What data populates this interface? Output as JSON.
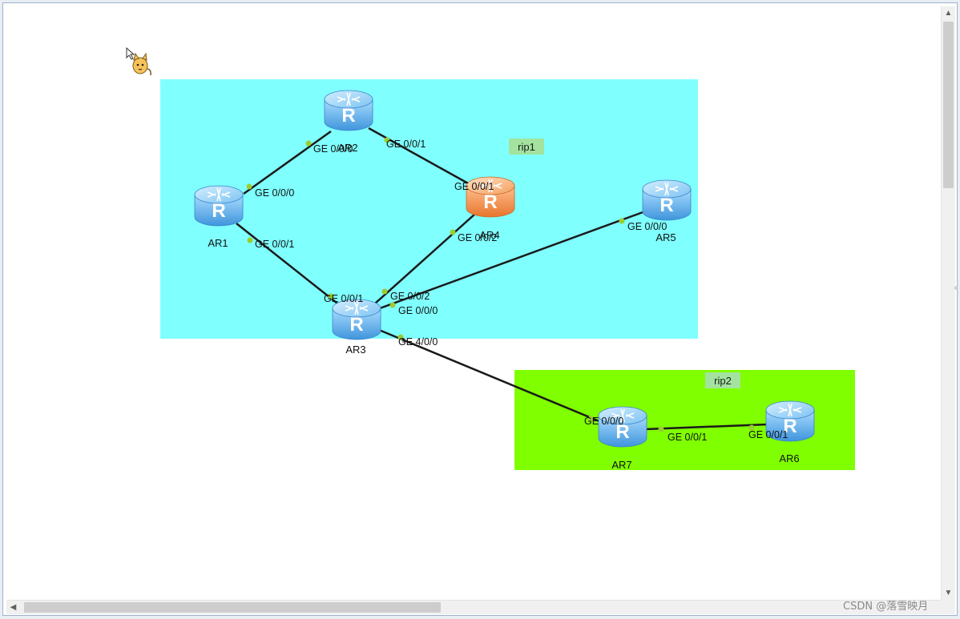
{
  "colors": {
    "area_rip1": "#80ffff",
    "area_rip2": "#80ff00",
    "area_label_bg": "#a3e39f",
    "router_blue": "#64b4ee",
    "router_orange": "#f59a55",
    "link": "#1a1a1a",
    "port_dot": "#9acd32"
  },
  "areas": [
    {
      "id": "rip1",
      "label": "rip1"
    },
    {
      "id": "rip2",
      "label": "rip2"
    }
  ],
  "routers": [
    {
      "id": "AR1",
      "label": "AR1",
      "color": "blue"
    },
    {
      "id": "AR2",
      "label": "AR2",
      "color": "blue"
    },
    {
      "id": "AR3",
      "label": "AR3",
      "color": "blue"
    },
    {
      "id": "AR4",
      "label": "AR4",
      "color": "orange"
    },
    {
      "id": "AR5",
      "label": "AR5",
      "color": "blue"
    },
    {
      "id": "AR6",
      "label": "AR6",
      "color": "blue"
    },
    {
      "id": "AR7",
      "label": "AR7",
      "color": "blue"
    }
  ],
  "router_glyph": "R",
  "links": [
    {
      "from": "AR1",
      "from_port": "GE 0/0/0",
      "to": "AR2",
      "to_port": "GE 0/0/0"
    },
    {
      "from": "AR2",
      "from_port": "GE 0/0/1",
      "to": "AR4",
      "to_port": "GE 0/0/1"
    },
    {
      "from": "AR1",
      "from_port": "GE 0/0/1",
      "to": "AR3",
      "to_port": "GE 0/0/1"
    },
    {
      "from": "AR3",
      "from_port": "GE 0/0/2",
      "to": "AR4",
      "to_port": "GE 0/0/2"
    },
    {
      "from": "AR3",
      "from_port": "GE 0/0/0",
      "to": "AR5",
      "to_port": "GE 0/0/0"
    },
    {
      "from": "AR3",
      "from_port": "GE 4/0/0",
      "to": "AR7",
      "to_port": "GE 0/0/0"
    },
    {
      "from": "AR7",
      "from_port": "GE 0/0/1",
      "to": "AR6",
      "to_port": "GE 0/0/1"
    }
  ],
  "cursor_icon": "cartoon-cat-cursor-icon",
  "watermark": "CSDN @落雪映月"
}
